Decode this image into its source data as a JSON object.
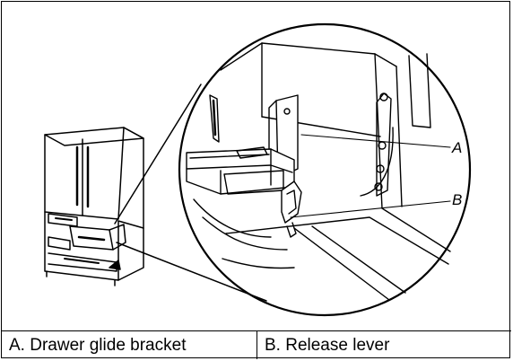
{
  "callouts": {
    "a": "A",
    "b": "B"
  },
  "legend": {
    "a_text": "A. Drawer glide bracket",
    "b_text": "B. Release lever"
  }
}
